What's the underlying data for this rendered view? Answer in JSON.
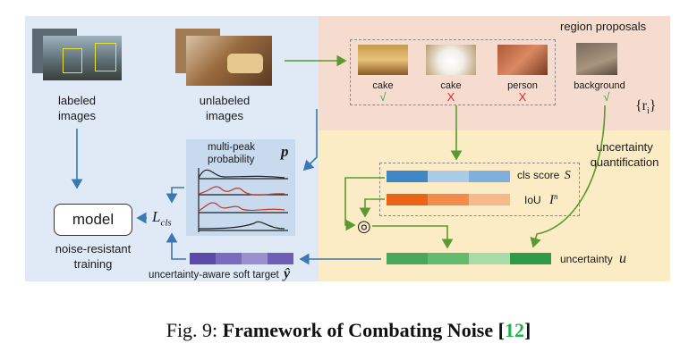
{
  "labels": {
    "region_proposals": "region proposals",
    "labeled_images": [
      "labeled",
      "images"
    ],
    "unlabeled_images": [
      "unlabeled",
      "images"
    ],
    "proposal_cake1": "cake",
    "proposal_cake2": "cake",
    "proposal_person": "person",
    "proposal_background": "background",
    "mark_check": "√",
    "mark_cross": "X",
    "ri_symbol": "{r",
    "ri_sub": "i",
    "ri_close": "}",
    "uncertainty_quant": [
      "uncertainty",
      "quantification"
    ],
    "multi_peak": [
      "multi-peak",
      "probability"
    ],
    "p_symbol": "p",
    "cls_score": "cls score",
    "cls_symbol": "S",
    "iou": "IoU",
    "iou_symbol": "I",
    "iou_sup": "n",
    "uncertainty": "uncertainty",
    "u_symbol": "u",
    "model": "model",
    "lcls_symbol": "L",
    "lcls_sub": "cls",
    "noise_resistant": [
      "noise-resistant",
      "training"
    ],
    "soft_target": "uncertainty-aware soft target",
    "y_symbol": "ŷ",
    "hadamard": "◎"
  },
  "colors": {
    "arrow_blue": "#3b78b2",
    "arrow_green": "#5a9a2e",
    "check_green": "#3aa53a",
    "cross_red": "#d93025",
    "cls_bar": [
      "#3f86c4",
      "#a9cbe8",
      "#7fb0dc"
    ],
    "iou_bar": [
      "#e8651a",
      "#f18c4a",
      "#f6b98c"
    ],
    "unc_bar": [
      "#4aa85a",
      "#63bb70",
      "#a7dca8",
      "#2f9a48"
    ],
    "soft_bar": [
      "#5b4aa8",
      "#7a6bbf",
      "#9b8fd0",
      "#6e5fb6"
    ]
  },
  "caption": {
    "prefix": "Fig. 9: ",
    "title": "Framework of Combating Noise [",
    "ref": "12",
    "suffix": "]"
  }
}
